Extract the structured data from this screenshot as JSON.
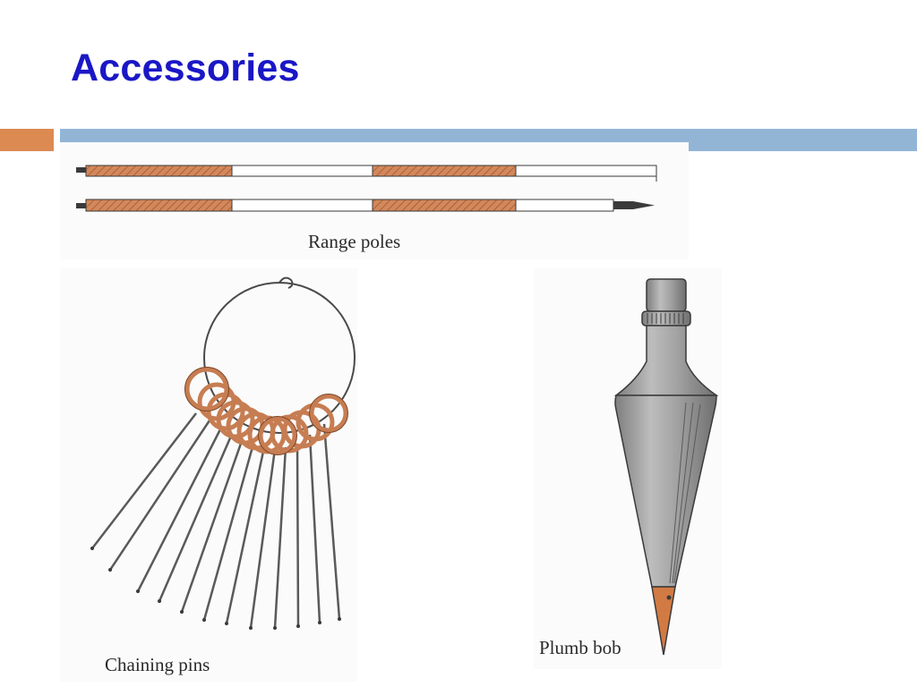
{
  "slide": {
    "title": "Accessories"
  },
  "figures": {
    "range_poles": {
      "caption": "Range poles"
    },
    "chaining_pins": {
      "caption": "Chaining pins"
    },
    "plumb_bob": {
      "caption": "Plumb bob"
    }
  },
  "colors": {
    "title_text": "#1a17c6",
    "accent_orange": "#dc8a52",
    "rule_blue": "#92b5d6",
    "pole_band": "#d4875a",
    "pin_ring": "#c77d52",
    "plumb_body": "#a8a8a8",
    "plumb_tip": "#d27a44"
  }
}
